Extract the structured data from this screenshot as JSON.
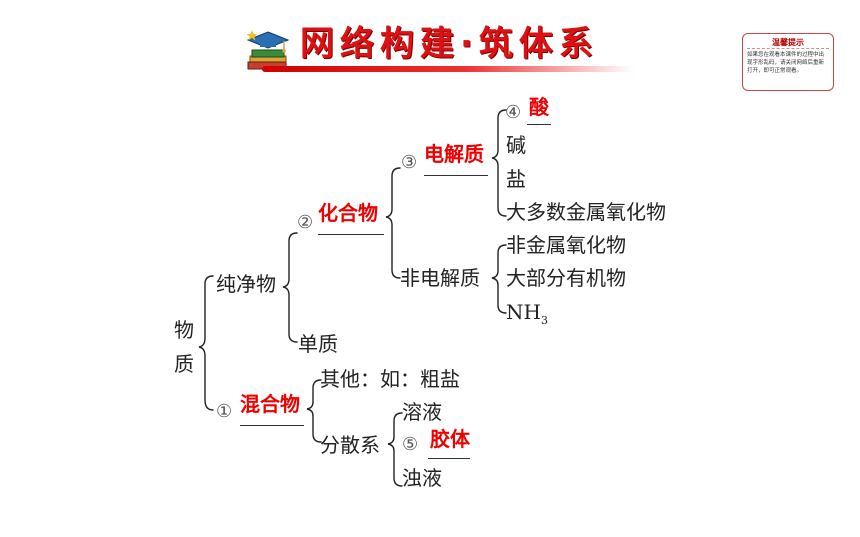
{
  "header": {
    "title": "网络构建·筑体系",
    "icon": "book-graduation-cap-icon"
  },
  "tip_box": {
    "title": "温馨提示",
    "body": "如果您在观看本课件的过程中出现字形乱码，请关闭网络后重新打开，即可正常观看。"
  },
  "tree": {
    "root": "物质",
    "pure": "纯净物",
    "compound": "化合物",
    "electrolyte": "电解质",
    "acid": "酸",
    "base": "碱",
    "salt": "盐",
    "metal_oxides": "大多数金属氧化物",
    "nonelectrolyte": "非电解质",
    "nonmetal_oxides": "非金属氧化物",
    "organics": "大部分有机物",
    "nh3": "NH",
    "nh3_sub": "3",
    "element": "单质",
    "mixture": "混合物",
    "other": "其他：如：粗盐",
    "dispersion": "分散系",
    "solution": "溶液",
    "colloid": "胶体",
    "suspension": "浊液",
    "num1": "①",
    "num2": "②",
    "num3": "③",
    "num4": "④",
    "num5": "⑤"
  },
  "colors": {
    "accent": "#e00000",
    "title_red": "#d11111"
  }
}
